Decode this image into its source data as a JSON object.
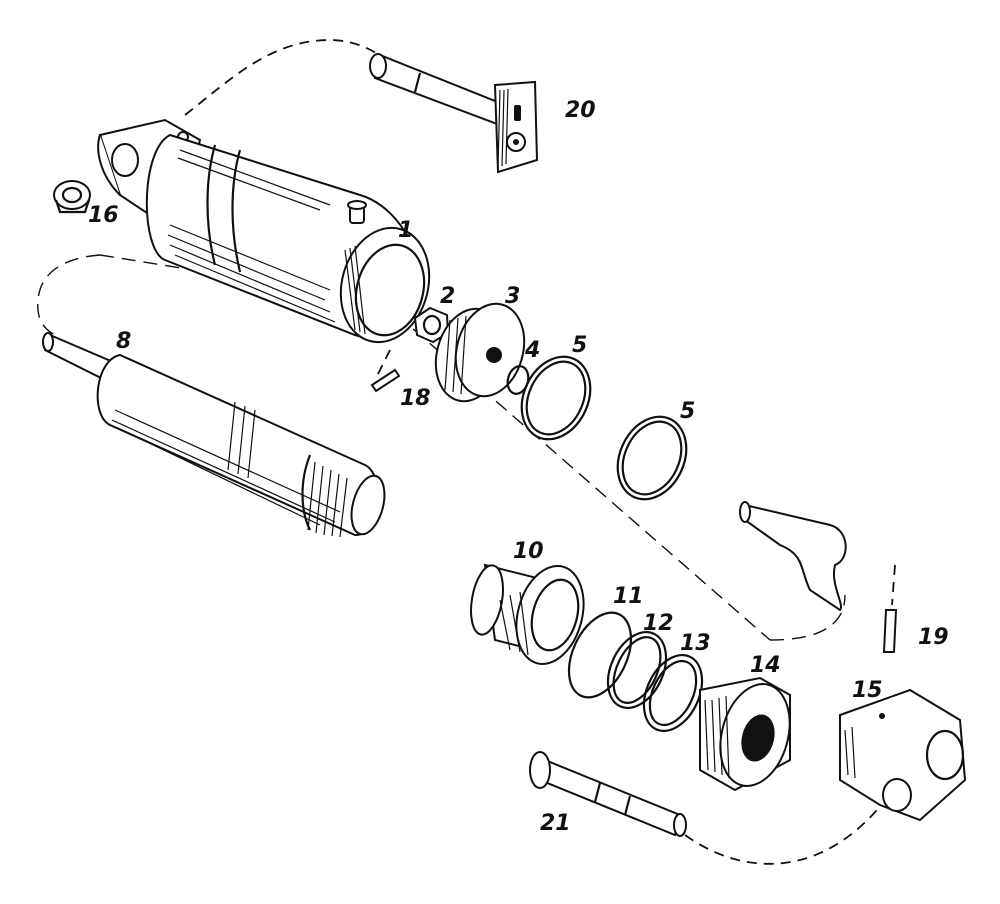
{
  "diagram": {
    "parts": [
      {
        "id": "1",
        "label": "1"
      },
      {
        "id": "2",
        "label": "2"
      },
      {
        "id": "3",
        "label": "3"
      },
      {
        "id": "4",
        "label": "4"
      },
      {
        "id": "5a",
        "label": "5"
      },
      {
        "id": "5b",
        "label": "5"
      },
      {
        "id": "8",
        "label": "8"
      },
      {
        "id": "10",
        "label": "10"
      },
      {
        "id": "11",
        "label": "11"
      },
      {
        "id": "12",
        "label": "12"
      },
      {
        "id": "13",
        "label": "13"
      },
      {
        "id": "14",
        "label": "14"
      },
      {
        "id": "15",
        "label": "15"
      },
      {
        "id": "16",
        "label": "16"
      },
      {
        "id": "18",
        "label": "18"
      },
      {
        "id": "19",
        "label": "19"
      },
      {
        "id": "20",
        "label": "20"
      },
      {
        "id": "21",
        "label": "21"
      }
    ]
  }
}
